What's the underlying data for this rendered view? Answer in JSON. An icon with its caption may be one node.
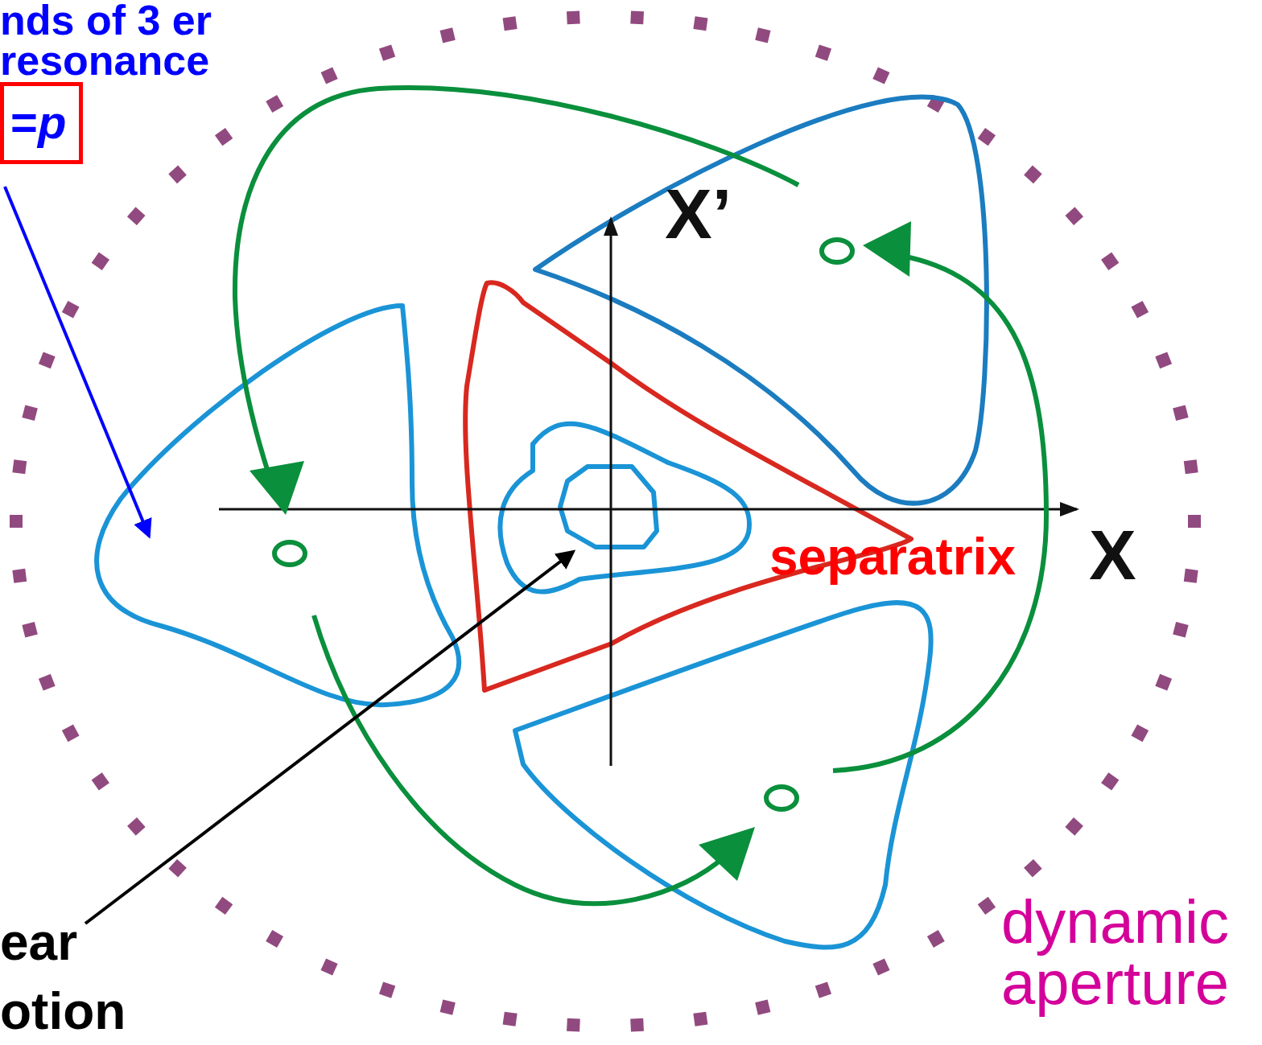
{
  "diagram": {
    "nodes": [
      {
        "text": [
          "nds of 3 er resonance",
          "=*p*"
        ]
      },
      {
        "text": [
          "ear otion"
        ]
      }
    ],
    "edges": [
      {
        "from": 0,
        "to": null,
        "arrow": "to",
        "color": "#0000ff"
      },
      {
        "from": 1,
        "to": null,
        "arrow": "to",
        "color": "#000000"
      }
    ],
    "labels": [
      "X’",
      "X",
      "separatrix",
      "dynamic aperture"
    ]
  }
}
